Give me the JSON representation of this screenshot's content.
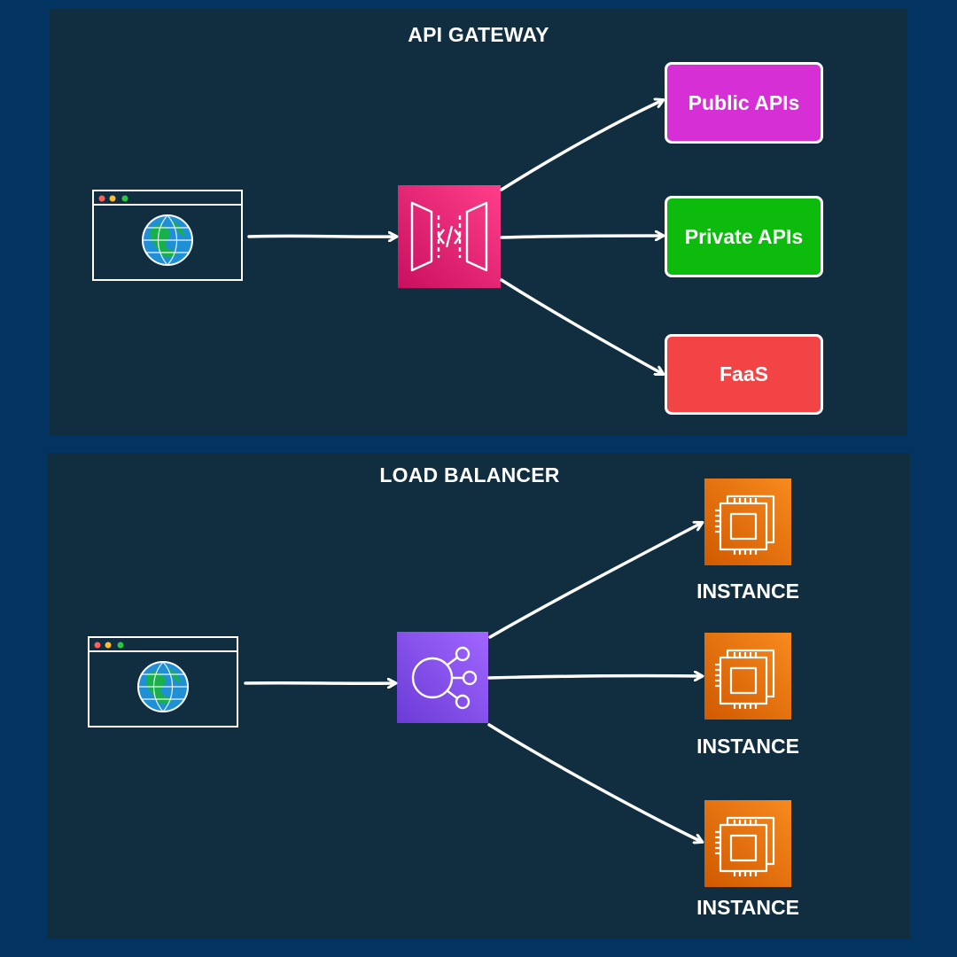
{
  "panels": {
    "top": {
      "title": "API GATEWAY",
      "targets": [
        {
          "label": "Public APIs",
          "color": "#d52fd5"
        },
        {
          "label": "Private APIs",
          "color": "#0cbb0c"
        },
        {
          "label": "FaaS",
          "color": "#f24444"
        }
      ],
      "hub_color": "#e7157b",
      "hub_icon": "api-gateway-icon"
    },
    "bottom": {
      "title": "LOAD BALANCER",
      "targets": [
        {
          "label": "INSTANCE"
        },
        {
          "label": "INSTANCE"
        },
        {
          "label": "INSTANCE"
        }
      ],
      "hub_color": "#8c4fff",
      "hub_icon": "load-balancer-icon",
      "instance_color": "#ed7100",
      "instance_icon": "ec2-instance-icon"
    }
  },
  "client_icon": "browser-globe-icon",
  "colors": {
    "background": "#033461",
    "panel": "#112e41",
    "arrow": "#ffffff"
  }
}
